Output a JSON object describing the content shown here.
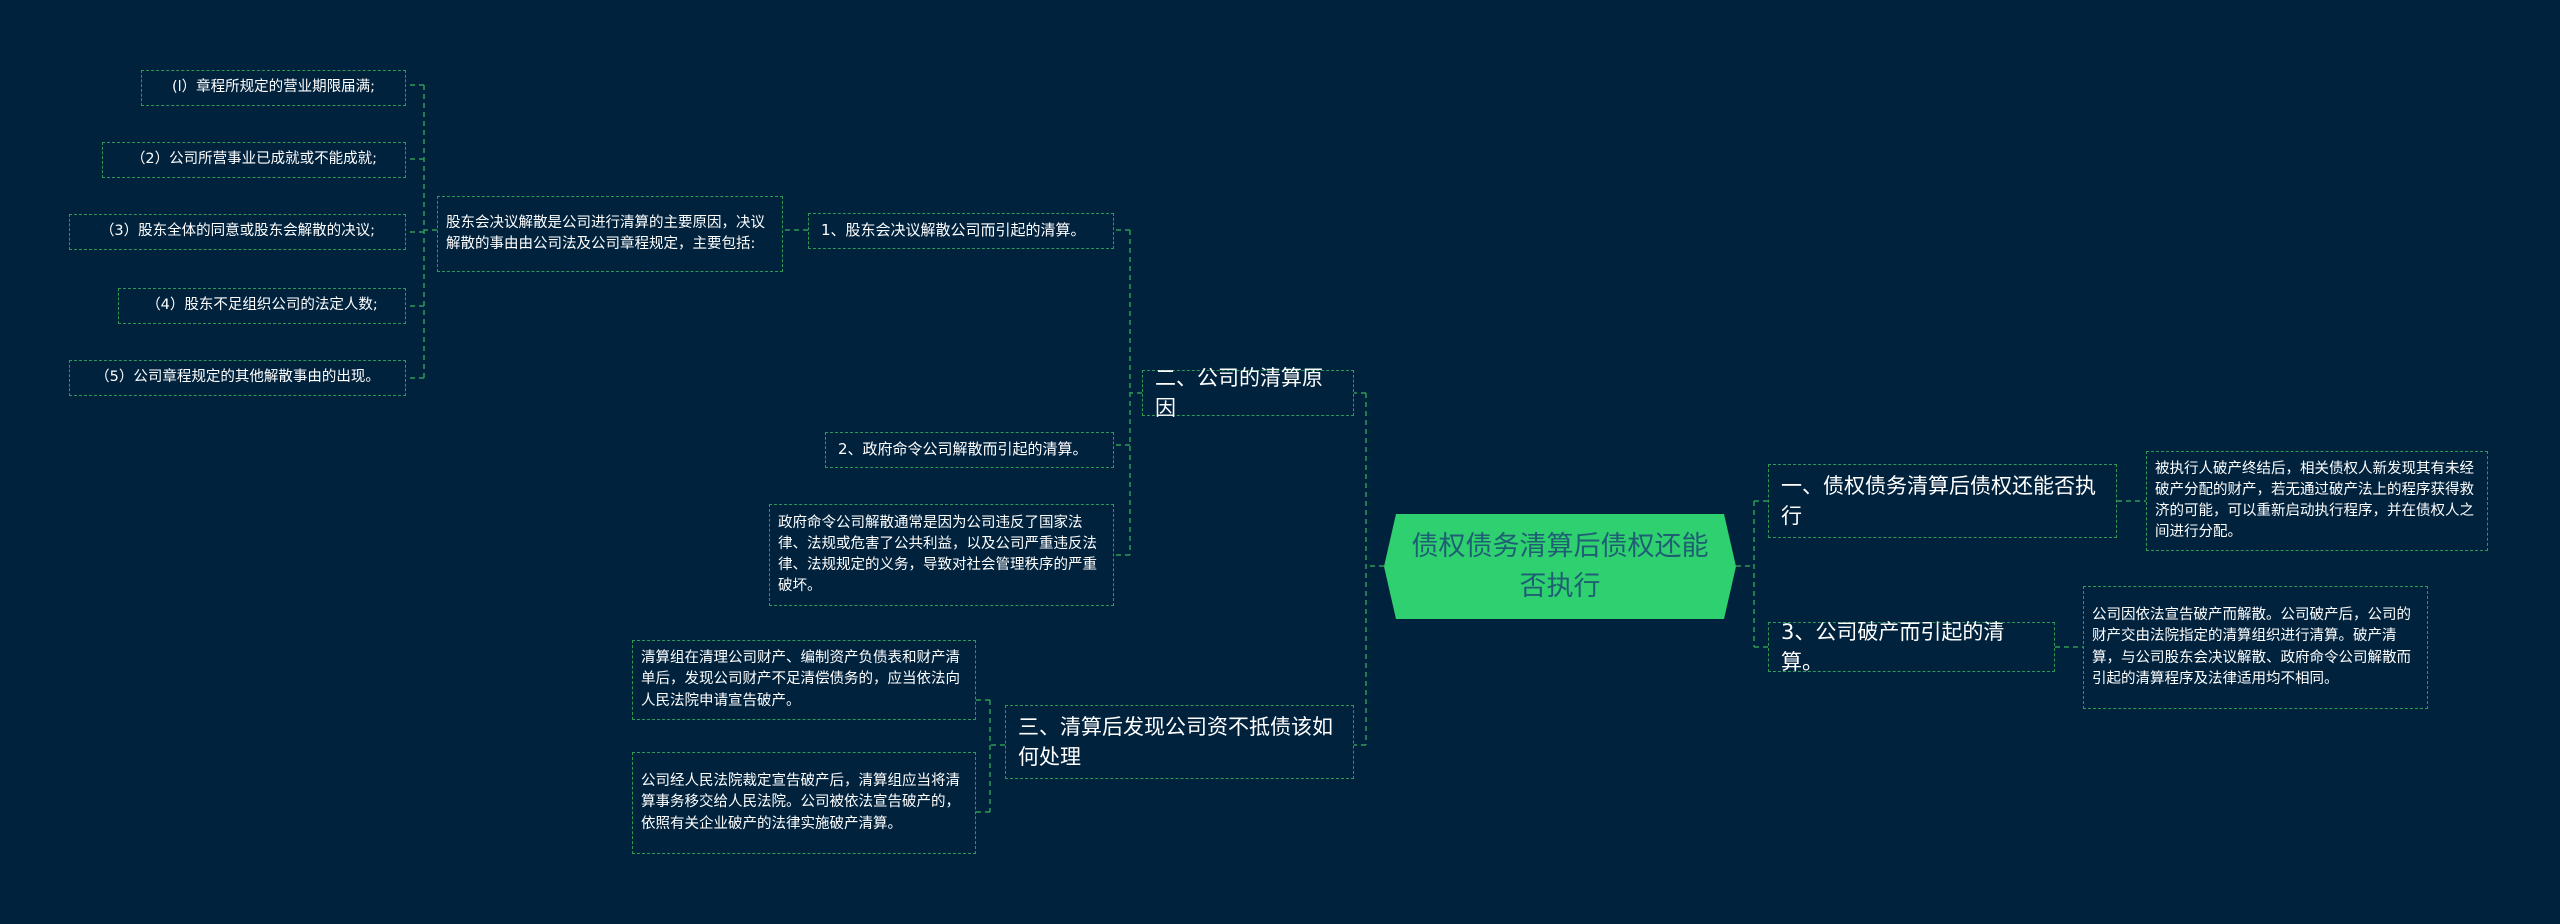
{
  "root": {
    "label": "债权债务清算后债权还能否执行"
  },
  "left": {
    "b2": {
      "label": "二、公司的清算原因",
      "sub1": {
        "label": "1、股东会决议解散公司而引起的清算。",
        "desc": "股东会决议解散是公司进行清算的主要原因，决议解散的事由由公司法及公司章程规定，主要包括:",
        "items": [
          "(l）章程所规定的营业期限届满;",
          "（2）公司所营事业已成就或不能成就;",
          "（3）股东全体的同意或股东会解散的决议;",
          "（4）股东不足组织公司的法定人数;",
          "（5）公司章程规定的其他解散事由的出现。"
        ]
      },
      "sub2": {
        "label": "2、政府命令公司解散而引起的清算。",
        "desc": "政府命令公司解散通常是因为公司违反了国家法律、法规或危害了公共利益，以及公司严重违反法律、法规规定的义务，导致对社会管理秩序的严重破坏。"
      }
    },
    "b3": {
      "label": "三、清算后发现公司资不抵债该如何处理",
      "items": [
        "清算组在清理公司财产、编制资产负债表和财产清单后，发现公司财产不足清偿债务的，应当依法向人民法院申请宣告破产。",
        "公司经人民法院裁定宣告破产后，清算组应当将清算事务移交给人民法院。公司被依法宣告破产的，依照有关企业破产的法律实施破产清算。"
      ]
    }
  },
  "right": {
    "b1": {
      "label": "一、债权债务清算后债权还能否执行",
      "desc": "被执行人破产终结后，相关债权人新发现其有未经破产分配的财产，若无通过破产法上的程序获得救济的可能，可以重新启动执行程序，并在债权人之间进行分配。"
    },
    "b4": {
      "label": "3、公司破产而引起的清算。",
      "desc": "公司因依法宣告破产而解散。公司破产后，公司的财产交由法院指定的清算组织进行清算。破产清算，与公司股东会决议解散、政府命令公司解散而引起的清算程序及法律适用均不相同。"
    }
  },
  "colors": {
    "background": "#00223d",
    "root": "#2fd06f",
    "line": "#2f9a56",
    "text": "#ffffff"
  }
}
